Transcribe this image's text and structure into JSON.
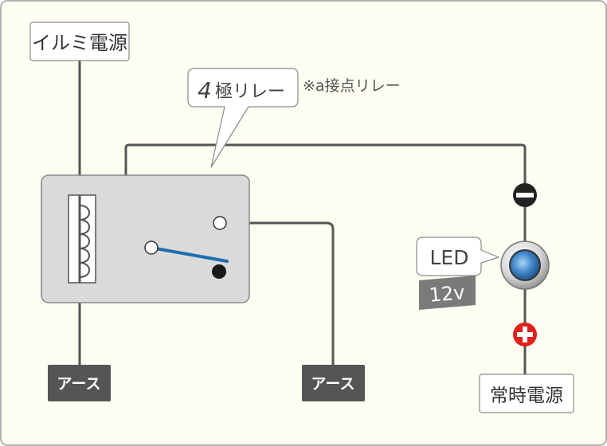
{
  "diagram": {
    "illumi_power_label": "イルミ電源",
    "relay_label_number": "4",
    "relay_label_text": "極リレー",
    "relay_note": "※a接点リレー",
    "led_label": "LED",
    "voltage_label": "12v",
    "ground_left_label": "アース",
    "ground_right_label": "アース",
    "constant_power_label": "常時電源",
    "minus_symbol": "−",
    "plus_symbol": "+"
  },
  "colors": {
    "background": "#fdfdf1",
    "wire": "#555555",
    "relay_body": "#dadada",
    "switch_arm": "#1a6fb0",
    "ground_box": "#555555",
    "plus_red": "#e0201b",
    "voltage_badge": "#7a7a7a"
  }
}
